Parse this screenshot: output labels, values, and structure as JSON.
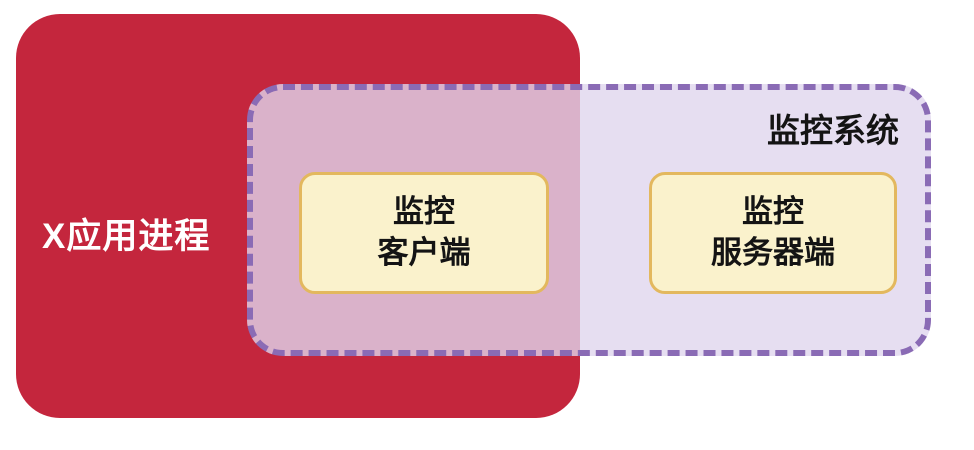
{
  "diagram": {
    "app_process": {
      "label": "X应用进程",
      "fill_color": "#c4263d",
      "text_color": "#ffffff"
    },
    "monitor_system": {
      "label": "监控系统",
      "fill_color": "#e0d6ed",
      "border_color": "#8a6bb5",
      "border_style": "dashed",
      "text_color": "#141414"
    },
    "modules": [
      {
        "id": "monitor-client",
        "lines": [
          "监控",
          "客户端"
        ],
        "fill_color": "#faf2cc",
        "border_color": "#e3b85e"
      },
      {
        "id": "monitor-server",
        "lines": [
          "监控",
          "服务器端"
        ],
        "fill_color": "#faf2cc",
        "border_color": "#e3b85e"
      }
    ]
  }
}
